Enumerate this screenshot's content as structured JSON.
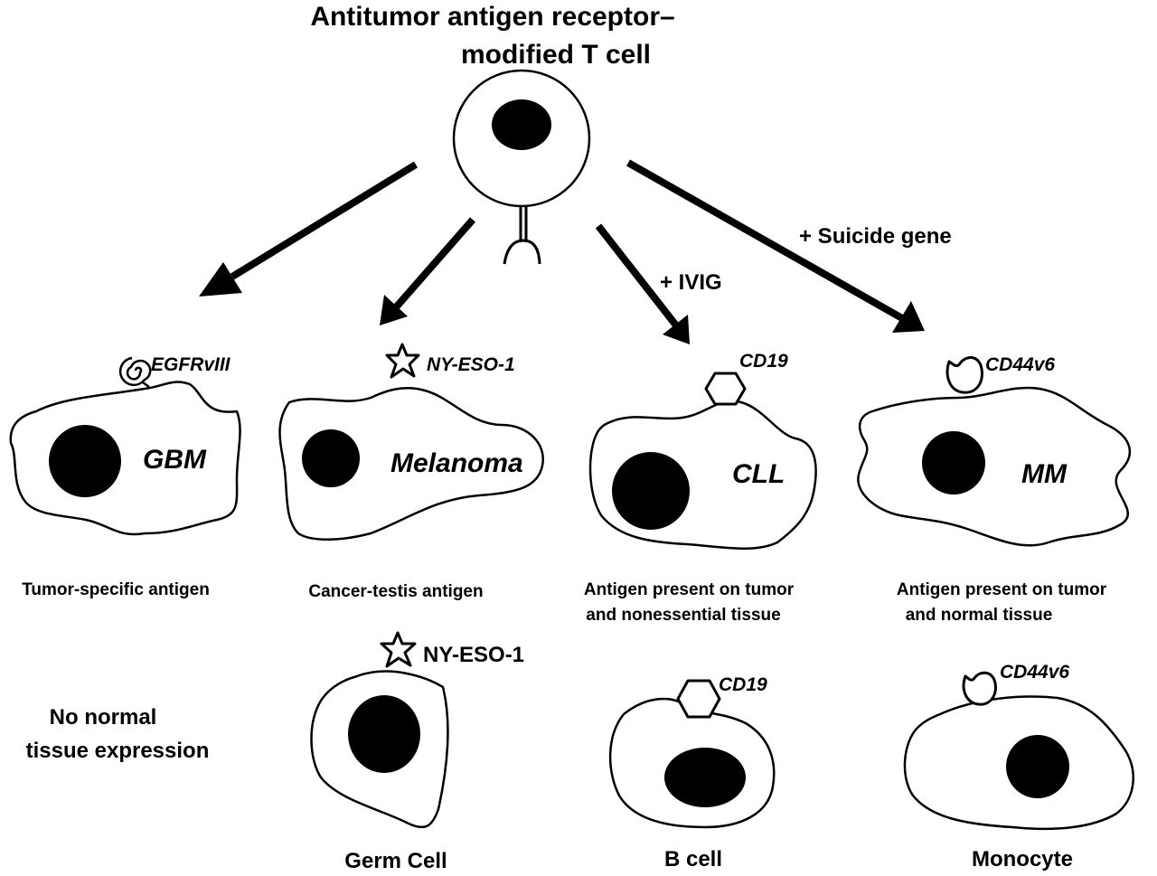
{
  "title": {
    "line1": "Antitumor antigen receptor–",
    "line2": "modified T cell"
  },
  "modifiers": {
    "ivig": "+ IVIG",
    "suicide_gene": "+ Suicide gene"
  },
  "tumors": [
    {
      "name": "GBM",
      "antigen": "EGFRvIII",
      "antigen_icon": "spiral-icon",
      "category": [
        "Tumor-specific antigen"
      ]
    },
    {
      "name": "Melanoma",
      "antigen": "NY-ESO-1",
      "antigen_icon": "star-icon",
      "category": [
        "Cancer-testis antigen"
      ]
    },
    {
      "name": "CLL",
      "antigen": "CD19",
      "antigen_icon": "hexagon-icon",
      "category": [
        "Antigen present on tumor",
        "and nonessential tissue"
      ]
    },
    {
      "name": "MM",
      "antigen": "CD44v6",
      "antigen_icon": "hook-icon",
      "category": [
        "Antigen present on tumor",
        "and normal tissue"
      ]
    }
  ],
  "normal_cells": {
    "no_expression": [
      "No normal",
      "tissue expression"
    ],
    "cells": [
      {
        "name": "Germ Cell",
        "antigen": "NY-ESO-1",
        "antigen_icon": "star-icon"
      },
      {
        "name": "B cell",
        "antigen": "CD19",
        "antigen_icon": "hexagon-icon"
      },
      {
        "name": "Monocyte",
        "antigen": "CD44v6",
        "antigen_icon": "hook-icon"
      }
    ]
  }
}
